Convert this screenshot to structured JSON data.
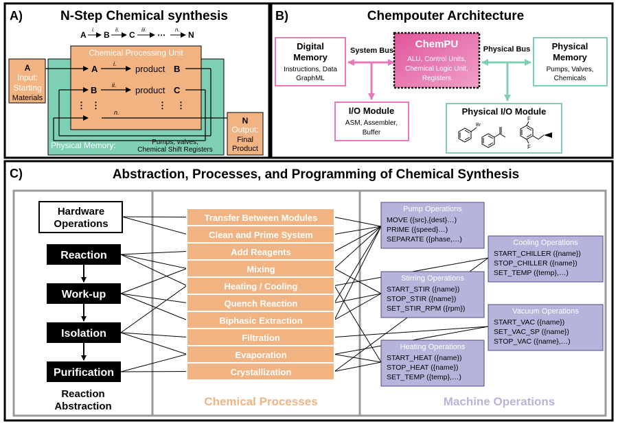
{
  "panel_a": {
    "label": "A)",
    "title": "N-Step Chemical synthesis",
    "sequence": {
      "a": "A",
      "b": "B",
      "c": "C",
      "dots": "⋯",
      "n": "N",
      "i": "i.",
      "ii": "ii.",
      "iii": "iii.",
      "nth": "n."
    },
    "cpu_title": "Chemical Processing Unit",
    "input": {
      "letter": "A",
      "line1": "Input:",
      "line2": "Starting",
      "line3": "Materials"
    },
    "rows": [
      {
        "reactant": "A",
        "step": "i.",
        "product_word": "product",
        "product_letter": "B"
      },
      {
        "reactant": "B",
        "step": "ii.",
        "product_word": "product",
        "product_letter": "C"
      }
    ],
    "nth_step": "n.",
    "vdots": "⋮",
    "physical_memory_label": "Physical Memory:",
    "physical_memory_detail1": "Pumps, valves,",
    "physical_memory_detail2": "Chemical Shift Registers",
    "output": {
      "letter": "N",
      "line1": "Output:",
      "line2": "Final",
      "line3": "Product"
    }
  },
  "panel_b": {
    "label": "B)",
    "title": "Chempouter Architecture",
    "digital_memory": {
      "title1": "Digital",
      "title2": "Memory",
      "line1": "Instructions, Data",
      "line2": "GraphML"
    },
    "system_bus": "System Bus",
    "chempu": {
      "title": "ChemPU",
      "line1": "ALU, Control Units,",
      "line2": "Chemical Logic Unit,",
      "line3": "Registers"
    },
    "physical_bus": "Physical Bus",
    "physical_memory": {
      "title1": "Physical",
      "title2": "Memory",
      "line1": "Pumps, Valves,",
      "line2": "Chemicals"
    },
    "io_module": {
      "title": "I/O Module",
      "line1": "ASM, Assembler,",
      "line2": "Buffer"
    },
    "physical_io": {
      "title": "Physical I/O Module",
      "br": "Br",
      "f": "F"
    }
  },
  "panel_c": {
    "label": "C)",
    "title": "Abstraction, Processes, and Programming of Chemical Synthesis",
    "hardware_ops": {
      "line1": "Hardware",
      "line2": "Operations"
    },
    "abstraction_steps": [
      "Reaction",
      "Work-up",
      "Isolation",
      "Purification"
    ],
    "abstraction_caption": {
      "line1": "Reaction",
      "line2": "Abstraction"
    },
    "processes": [
      "Transfer Between Modules",
      "Clean and Prime System",
      "Add Reagents",
      "Mixing",
      "Heating / Cooling",
      "Quench Reaction",
      "Biphasic Extraction",
      "Filtration",
      "Evaporation",
      "Crystallization"
    ],
    "processes_caption": "Chemical Processes",
    "operation_groups": [
      {
        "title": "Pump Operations",
        "lines": [
          "MOVE ({src},{dest}…)",
          "PRIME ({speed}…)",
          "SEPARATE ({phase,…)"
        ]
      },
      {
        "title": "Cooling Operations",
        "lines": [
          "START_CHILLER ({name})",
          "STOP_CHILLER ({name})",
          "SET_TEMP ({temp},…)"
        ]
      },
      {
        "title": "Stirring Operations",
        "lines": [
          "START_STIR ({name})",
          "STOP_STIR ({name})",
          "SET_STIR_RPM ({rpm})"
        ]
      },
      {
        "title": "Vacuum Operations",
        "lines": [
          "START_VAC ({name})",
          "SET_VAC_SP ({name})",
          "STOP_VAC ({name},…)"
        ]
      },
      {
        "title": "Heating Operations",
        "lines": [
          "START_HEAT ({name})",
          "STOP_HEAT ({name})",
          "SET_TEMP ({temp},…)"
        ]
      }
    ],
    "operations_caption": "Machine Operations"
  }
}
